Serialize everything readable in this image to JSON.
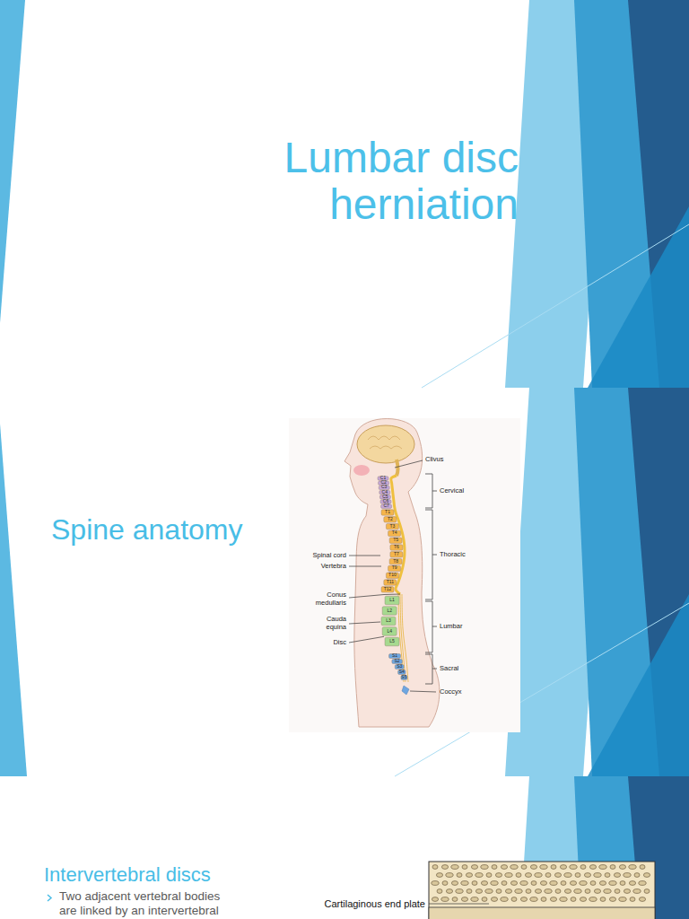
{
  "diagram": {
    "title": "Lumbar disc herniation",
    "labels": [
      "Spine anatomy",
      "Clivus",
      "Cervical",
      "Thoracic",
      "Spinal cord",
      "Vertebra",
      "Conus medullaris",
      "Cauda equina",
      "Lumbar",
      "Disc",
      "Sacral",
      "Coccyx",
      "C1",
      "C2",
      "C3",
      "C4",
      "C5",
      "C6",
      "C7",
      "T1",
      "T2",
      "T3",
      "T4",
      "T5",
      "T6",
      "T7",
      "T8",
      "T9",
      "T10",
      "T11",
      "T12",
      "L1",
      "L2",
      "L3",
      "L4",
      "L5",
      "S1",
      "S2",
      "S3",
      "S4",
      "S5",
      "Intervertebral discs",
      "Two adjacent vertebral bodies are linked by an intervertebral",
      "Cartilaginous end plate"
    ]
  }
}
